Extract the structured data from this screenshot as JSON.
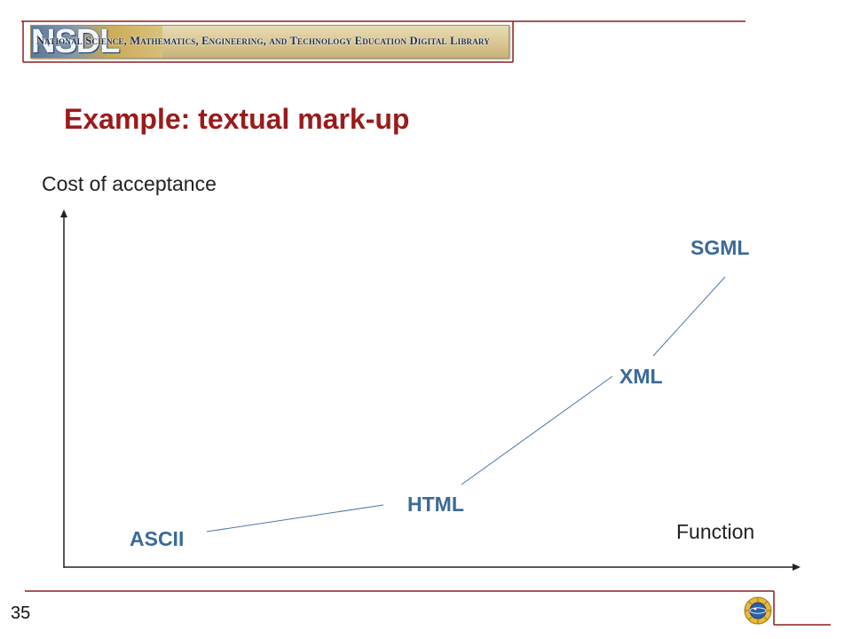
{
  "header": {
    "logo_text": "NSDL",
    "banner_text": "National Science, Mathematics, Engineering, and Technology Education Digital Library"
  },
  "title": "Example: textual mark-up",
  "diagram": {
    "y_axis_label": "Cost of acceptance",
    "x_axis_label": "Function",
    "nodes": [
      {
        "id": "ascii",
        "label": "ASCII"
      },
      {
        "id": "html",
        "label": "HTML"
      },
      {
        "id": "xml",
        "label": "XML"
      },
      {
        "id": "sgml",
        "label": "SGML"
      }
    ],
    "edges": [
      {
        "from": "ascii",
        "to": "html"
      },
      {
        "from": "html",
        "to": "xml"
      },
      {
        "from": "xml",
        "to": "sgml"
      }
    ]
  },
  "footer": {
    "page_number": "35"
  },
  "colors": {
    "title": "#9b1b1b",
    "node_label": "#3a6a9a",
    "connector": "#4a78a8",
    "frame": "#8b1e1e"
  },
  "icons": {
    "footer_seal": "nsf-seal-icon"
  }
}
